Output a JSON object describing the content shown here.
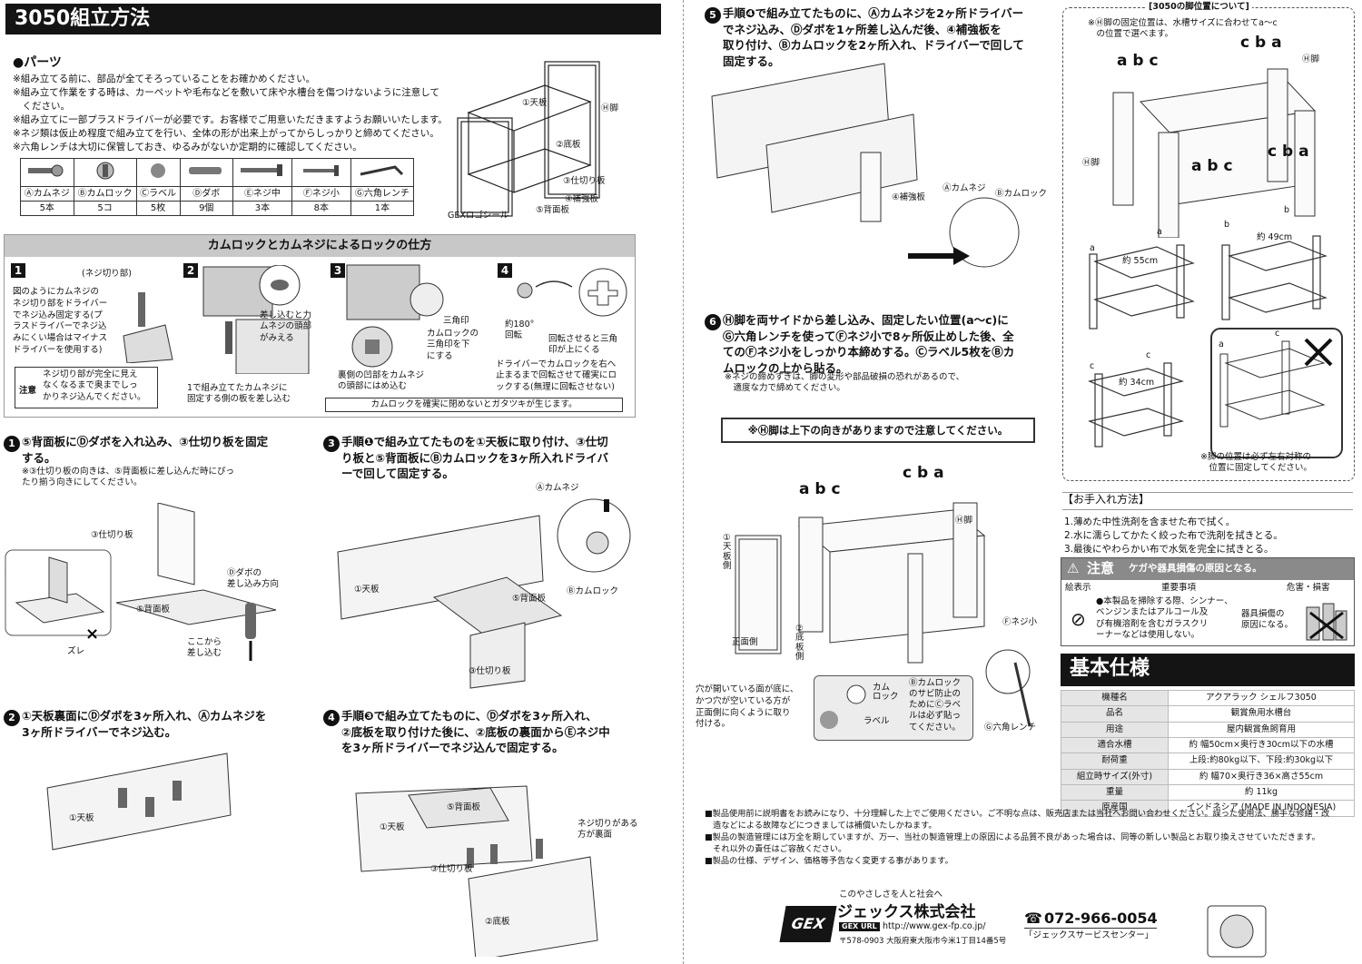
{
  "left": {
    "title": "3050組立方法",
    "parts_heading": "●パーツ",
    "parts_notes": [
      "※組み立てる前に、部品が全てそろっていることをお確かめください。",
      "※組み立て作業をする時は、カーペットや毛布などを敷いて床や水槽台を傷つけないように注意して",
      "　ください。",
      "※組み立てに一部プラスドライバーが必要です。お客様でご用意いただきますようお願いいたします。",
      "※ネジ類は仮止め程度で組み立てを行い、全体の形が出来上がってからしっかりと締めてください。",
      "※六角レンチは大切に保管しておき、ゆるみがないか定期的に確認してください。"
    ],
    "parts_names": [
      "Ⓐカムネジ",
      "Ⓑカムロック",
      "Ⓒラベル",
      "Ⓓダボ",
      "Ⓔネジ中",
      "Ⓕネジ小",
      "Ⓖ六角レンチ"
    ],
    "parts_qty": [
      "5本",
      "5コ",
      "5枚",
      "9個",
      "3本",
      "8本",
      "1本"
    ],
    "shelf_labels": [
      "①天板",
      "Ⓗ脚",
      "②底板",
      "③仕切り板",
      "④補強板",
      "⑤背面板",
      "GEXロゴシール"
    ],
    "camlock_heading": "カムロックとカムネジによるロックの仕方",
    "camlock_steps": [
      "(ネジ切り部)",
      "図のようにカムネジの\nネジ切り部をドライバー\nでネジ込み固定する(プ\nラスドライバーでネジ込\nみにくい場合はマイナス\nドライバーを使用する)",
      "ネジ切り部が完全に見え\nなくなるまで奥までしっ\nかりネジ込んでください。",
      "注意",
      "差し込むと力\nムネジの頭部\nがみえる",
      "1で組み立てたカムネジに\n固定する側の板を差し込む",
      "三角印",
      "カムロックの\n三角印を下\nにする",
      "裏側の凹部をカムネジ\nの頭部にはめ込む",
      "約180°\n回転",
      "回転させると三角\n印が上にくる",
      "ドライバーでカムロックを右へ\n止まるまで回転させて確実にロ\nックする(無理に回転させない)",
      "カムロックを確実に閉めないとガタツキが生じます。"
    ],
    "step1_title": "⑤背面板にⒹダボを入れ込み、③仕切り板を固定\nする。",
    "step1_note": "※③仕切り板の向きは、⑤背面板に差し込んだ時にぴっ\nたり揃う向きにしてください。",
    "step1_labels": [
      "③仕切り板",
      "⑤背面板",
      "Ⓓダボの\n差し込み方向",
      "ここから\n差し込む",
      "ズレ"
    ],
    "step2_title": "①天板裏面にⒹダボを3ヶ所入れ、Ⓐカムネジを\n3ヶ所ドライバーでネジ込む。",
    "step2_labels": [
      "①天板"
    ],
    "step3_title": "手順❶で組み立てたものを①天板に取り付け、③仕切\nり板と⑤背面板にⒷカムロックを3ヶ所入れドライバ\nーで回して固定する。",
    "step3_labels": [
      "Ⓐカムネジ",
      "①天板",
      "⑤背面板",
      "Ⓑカムロック",
      "③仕切り板"
    ],
    "step4_title": "手順❸で組み立てたものに、Ⓓダボを3ヶ所入れ、\n②底板を取り付けた後に、②底板の裏面からⒺネジ中\nを3ヶ所ドライバーでネジ込んで固定する。",
    "step4_labels": [
      "⑤背面板",
      "①天板",
      "③仕切り板",
      "②底板",
      "ネジ切りがある\n方が裏面"
    ]
  },
  "right": {
    "step5_title": "手順❹で組み立てたものに、Ⓐカムネジを2ヶ所ドライバー\nでネジ込み、Ⓓダボを1ヶ所差し込んだ後、④補強板を\n取り付け、Ⓑカムロックを2ヶ所入れ、ドライバーで回して\n固定する。",
    "step5_labels": [
      "④補強板",
      "Ⓐカムネジ",
      "Ⓑカムロック"
    ],
    "step6_title": "Ⓗ脚を両サイドから差し込み、固定したい位置(a〜c)に\nⒼ六角レンチを使ってⒻネジ小で8ヶ所仮止めした後、全\nてのⒻネジ小をしっかり本締めする。Ⓒラベル5枚をⒷカ\nムロックの上から貼る。",
    "step6_note": "※ネジの締めすぎは、脚の変形や部品破損の恐れがあるので、\n　適度な力で締めてください。",
    "leg_warning": "※Ⓗ脚は上下の向きがありますので注意してください。",
    "step6_labels": [
      "a b c",
      "c b a",
      "Ⓗ脚",
      "①天板側",
      "正面側",
      "②底板側",
      "Ⓕネジ小",
      "Ⓖ六角レンチ"
    ],
    "hole_note": "穴が開いている面が底に、\nかつ穴が空いている方が\n正面側に向くように取り\n付ける。",
    "label_note_parts": [
      "カム\nロック",
      "ラベル"
    ],
    "label_note": "Ⓑカムロック\nのサビ防止の\nためにⒸラベ\nルは必ず貼っ\nてください。",
    "leg_pos_title": "[3050の脚位置について]",
    "leg_pos_note": "※Ⓗ脚の固定位置は、水槽サイズに合わせてa〜c\n　の位置で選べます。",
    "leg_pos_labels": [
      "a b c",
      "c b a",
      "Ⓗ脚",
      "Ⓗ脚",
      "c b a",
      "a b c"
    ],
    "sizes": [
      "約 55cm",
      "約 49cm",
      "約 34cm"
    ],
    "size_letters": [
      "a",
      "a",
      "b",
      "b",
      "c",
      "c",
      "a",
      "c"
    ],
    "leg_pos_footer": "※脚の位置は必ず左右対称の\n　位置に固定してください。",
    "care_heading": "【お手入れ方法】",
    "care_items": [
      "1.薄めた中性洗剤を含ませた布で拭く。",
      "2.水に濡らしてかたく絞った布で洗剤を拭きとる。",
      "3.最後にやわらかい布で水気を完全に拭きとる。"
    ],
    "caution_title": "注意",
    "caution_sub": "ケガや器具損傷の原因となる。",
    "caution_cols": [
      "絵表示",
      "重要事項",
      "危害・損害"
    ],
    "caution_text": "●本製品を掃除する際、シンナー、\nベンジンまたはアルコール及\nび有機溶剤を含むガラスクリ\nーナーなどは使用しない。",
    "caution_damage": "器具損傷の\n原因になる。",
    "spec_title": "基本仕様",
    "spec_rows": [
      [
        "機種名",
        "アクアラック シェルフ3050"
      ],
      [
        "品名",
        "観賞魚用水槽台"
      ],
      [
        "用途",
        "屋内観賞魚飼育用"
      ],
      [
        "適合水槽",
        "約 幅50cm×奥行き30cm以下の水槽"
      ],
      [
        "耐荷重",
        "上段:約80kg以下、下段:約30kg以下"
      ],
      [
        "組立時サイズ(外寸)",
        "約 幅70×奥行き36×高さ55cm"
      ],
      [
        "重量",
        "約 11kg"
      ],
      [
        "原産国",
        "インドネシア (MADE IN INDONESIA)"
      ]
    ],
    "footer_notes": [
      "■製品使用前に説明書をお読みになり、十分理解した上でご使用ください。ご不明な点は、販売店または当社へお問い合わせください。誤った使用法、勝手な修繕・改",
      "　造などによる故障などにつきましては補償いたしかねます。",
      "■製品の製造管理には万全を期していますが、万一、当社の製造管理上の原因による品質不良があった場合は、同等の新しい製品とお取り換えさせていただきます。",
      "　それ以外の責任はご容赦ください。",
      "■製品の仕様、デザイン、価格等予告なく変更する事があります。"
    ],
    "company_tagline": "このやさしさを人と社会へ",
    "company_name": "ジェックス株式会社",
    "url_tag": "GEX URL",
    "url": "http://www.gex-fp.co.jp/",
    "address": "〒578-0903 大阪府東大阪市今米1丁目14番5号",
    "phone_symbol": "☎",
    "phone": "072-966-0054",
    "service_center": "「ジェックスサービスセンター」",
    "logo_text": "GEX"
  }
}
